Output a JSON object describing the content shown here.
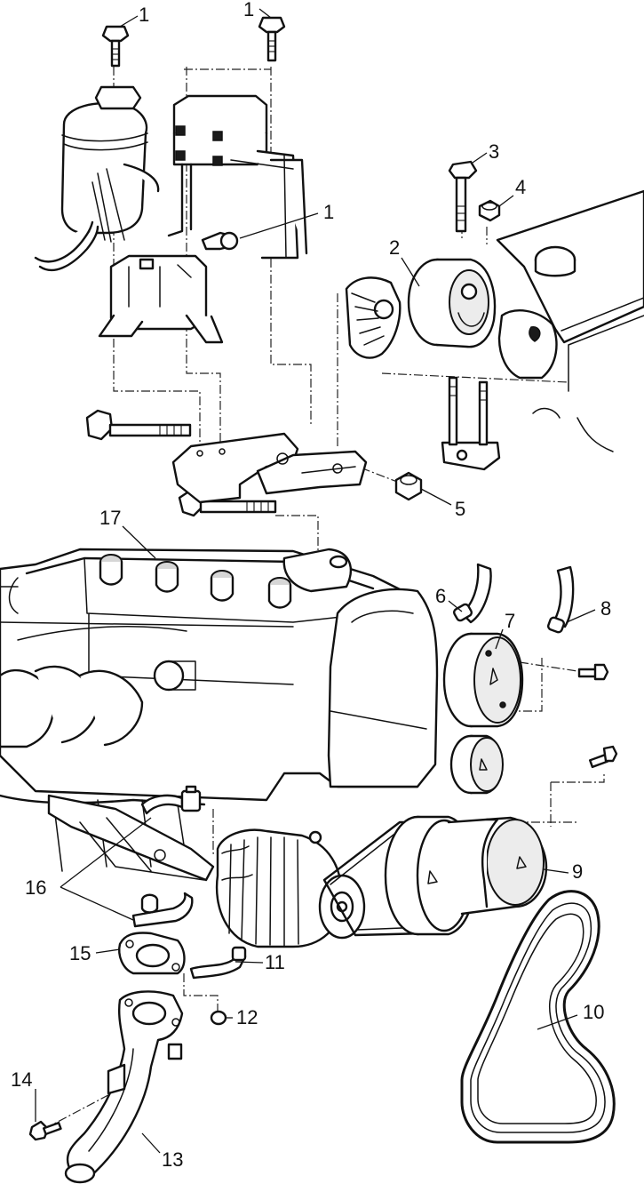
{
  "callouts": [
    {
      "id": "c1a",
      "text": "1"
    },
    {
      "id": "c1b",
      "text": "1"
    },
    {
      "id": "c1c",
      "text": "1"
    },
    {
      "id": "c2",
      "text": "2"
    },
    {
      "id": "c3",
      "text": "3"
    },
    {
      "id": "c4",
      "text": "4"
    },
    {
      "id": "c5",
      "text": "5"
    },
    {
      "id": "c6",
      "text": "6"
    },
    {
      "id": "c7",
      "text": "7"
    },
    {
      "id": "c8",
      "text": "8"
    },
    {
      "id": "c9",
      "text": "9"
    },
    {
      "id": "c10",
      "text": "10"
    },
    {
      "id": "c11",
      "text": "11"
    },
    {
      "id": "c12",
      "text": "12"
    },
    {
      "id": "c13",
      "text": "13"
    },
    {
      "id": "c14",
      "text": "14"
    },
    {
      "id": "c15",
      "text": "15"
    },
    {
      "id": "c16",
      "text": "16"
    },
    {
      "id": "c17",
      "text": "17"
    }
  ]
}
